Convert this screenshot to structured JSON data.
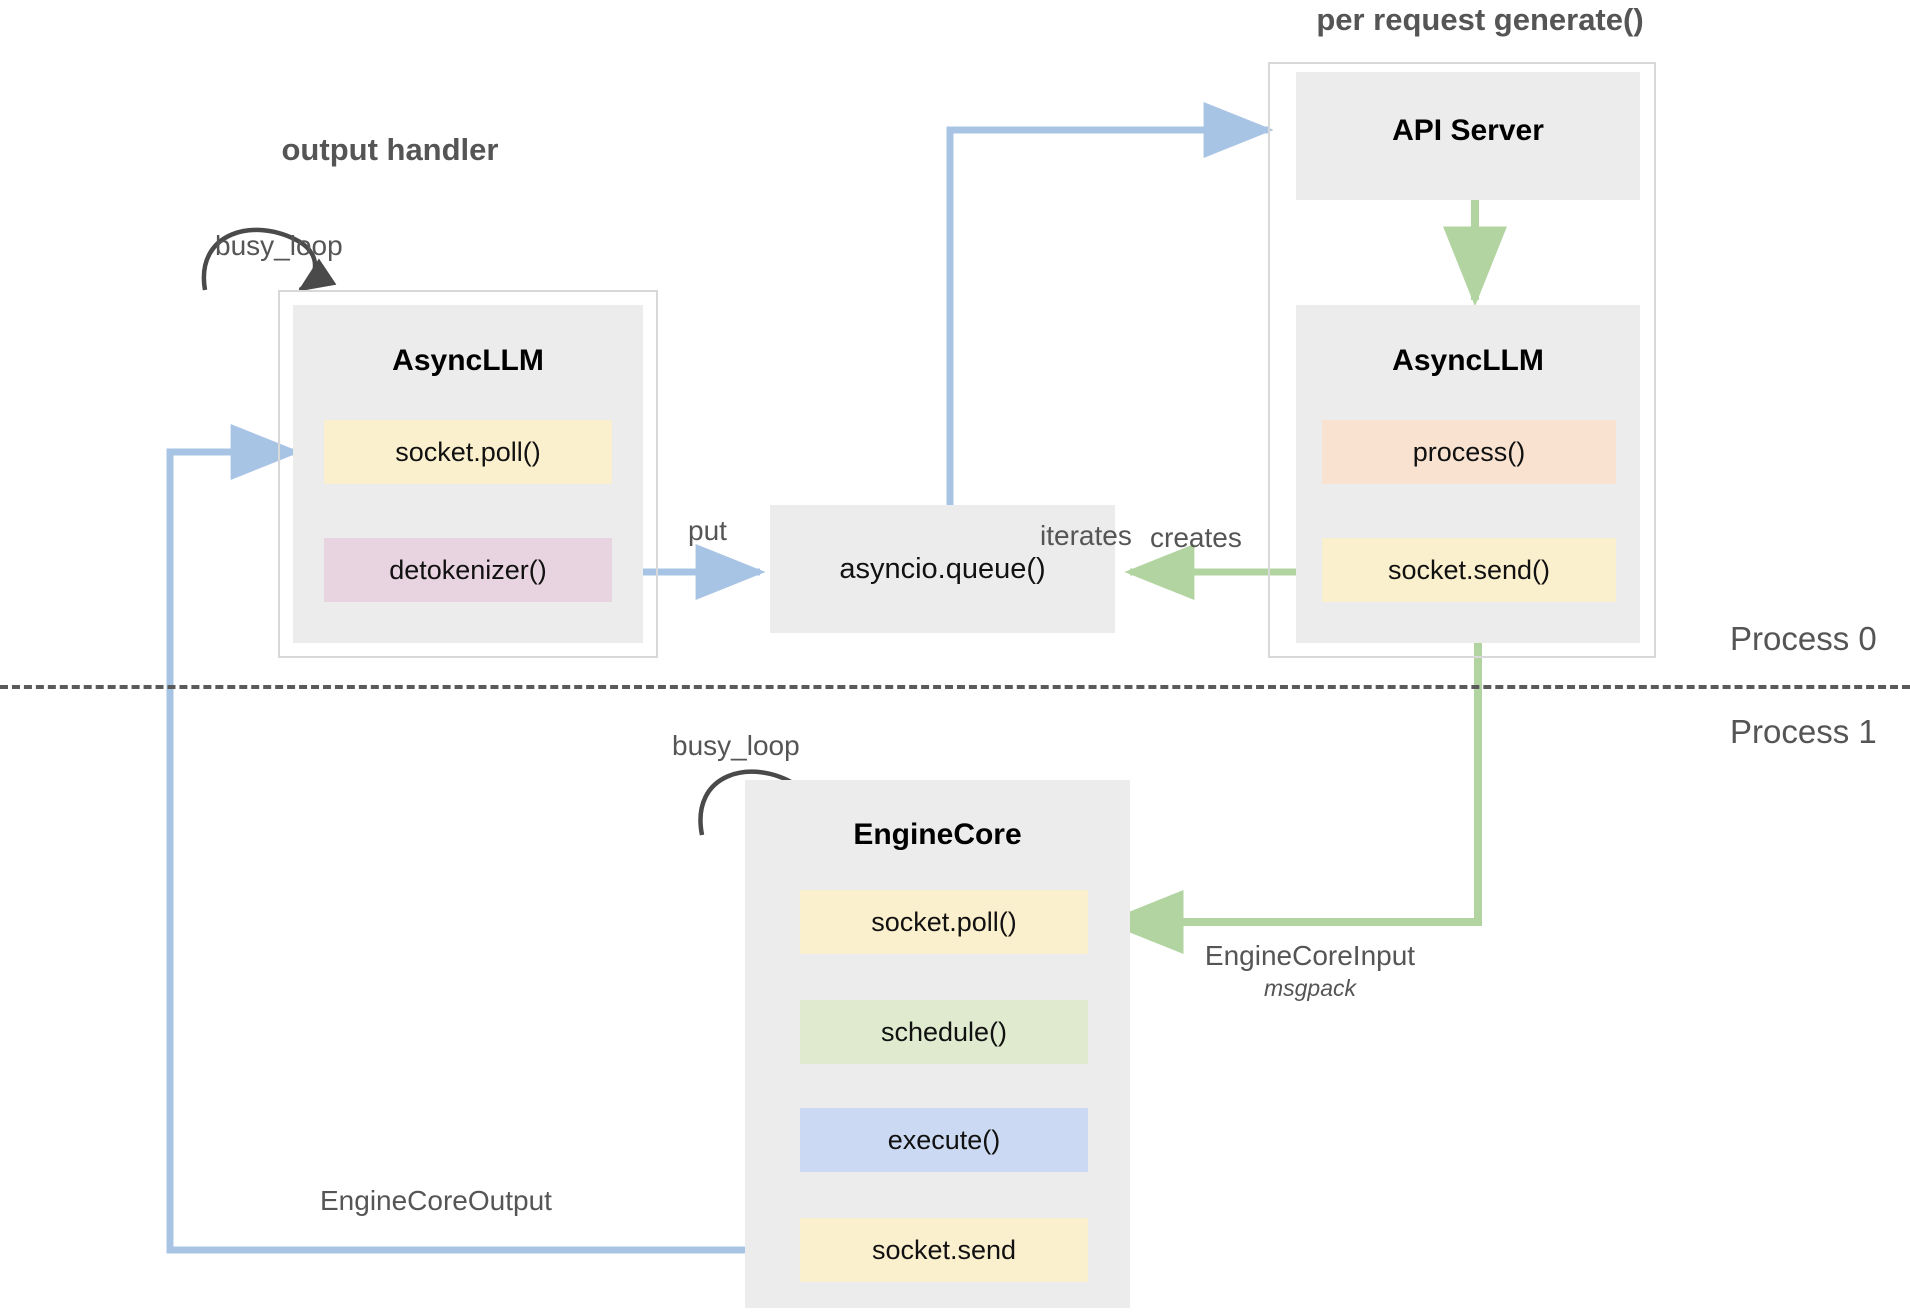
{
  "diagram": {
    "title_output_handler": "output handler",
    "title_per_request": "per request generate()",
    "process0_label": "Process 0",
    "process1_label": "Process 1",
    "colors": {
      "group_bg": "#ececec",
      "group_border": "#d8d8d8",
      "chip_yellow": "#fbf0cd",
      "chip_pink": "#e8d3e0",
      "chip_peach": "#f9e3d0",
      "chip_green": "#dfeace",
      "chip_blue": "#ccd9f2",
      "arrow_blue": "#a8c4e5",
      "arrow_green": "#b2d4a0",
      "arrow_dark": "#4a4a4a",
      "text_gray": "#555555",
      "divider": "#5a5a5a"
    }
  },
  "output_handler": {
    "group_label": "output handler",
    "node_title": "AsyncLLM",
    "busy_loop_label": "busy_loop",
    "chips": [
      {
        "label": "socket.poll()",
        "color": "chip_yellow"
      },
      {
        "label": "detokenizer()",
        "color": "chip_pink"
      }
    ]
  },
  "per_request": {
    "group_label": "per request generate()",
    "api_server_title": "API Server",
    "asyncllm_title": "AsyncLLM",
    "chips": [
      {
        "label": "process()",
        "color": "chip_peach"
      },
      {
        "label": "socket.send()",
        "color": "chip_yellow"
      }
    ]
  },
  "queue": {
    "label": "asyncio.queue()"
  },
  "engine_core": {
    "node_title": "EngineCore",
    "busy_loop_label": "busy_loop",
    "chips": [
      {
        "label": "socket.poll()",
        "color": "chip_yellow"
      },
      {
        "label": "schedule()",
        "color": "chip_green"
      },
      {
        "label": "execute()",
        "color": "chip_blue"
      },
      {
        "label": "socket.send",
        "color": "chip_yellow"
      }
    ]
  },
  "edges": {
    "iterates": "iterates",
    "put": "put",
    "creates": "creates",
    "engine_core_input": "EngineCoreInput",
    "engine_core_input_format": "msgpack",
    "engine_core_output": "EngineCoreOutput"
  }
}
